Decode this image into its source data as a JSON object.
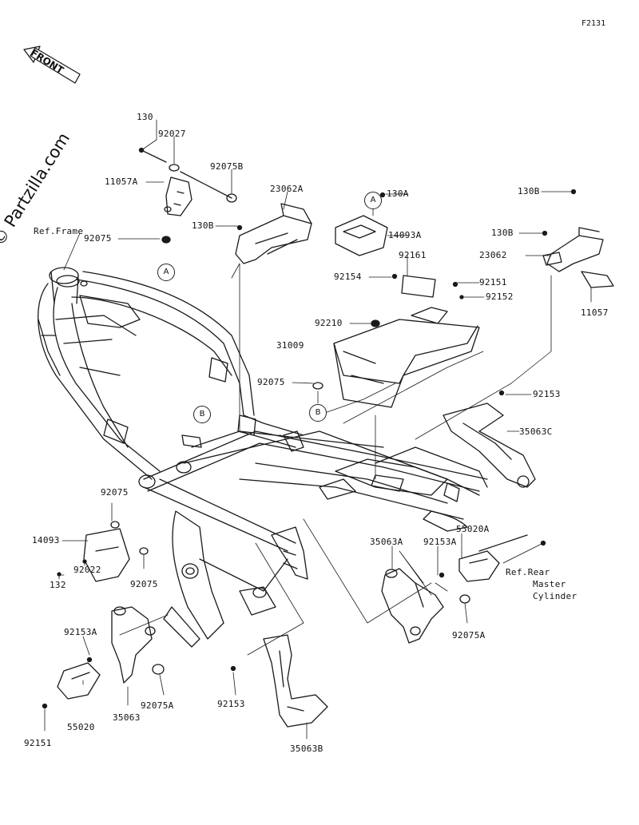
{
  "figure_code": "F2131",
  "watermark": "© Partzilla.com",
  "front_label": "FRONT",
  "callouts": {
    "a": "A",
    "b": "B"
  },
  "labels": {
    "p130": "130",
    "p92027": "92027",
    "p92075B": "92075B",
    "p23062A": "23062A",
    "p11057A": "11057A",
    "p130B_left": "130B",
    "p92075_top": "92075",
    "ref_frame": "Ref.Frame",
    "p130A": "130A",
    "p14093A": "14093A",
    "p92161": "92161",
    "p92154": "92154",
    "p92151_top": "92151",
    "p92152": "92152",
    "p92210": "92210",
    "p31009": "31009",
    "p92075_mid": "92075",
    "p130B_r1": "130B",
    "p130B_r2": "130B",
    "p23062": "23062",
    "p11057": "11057",
    "p92153_top": "92153",
    "p35063C": "35063C",
    "p92075_left": "92075",
    "p14093": "14093",
    "p132": "132",
    "p92022": "92022",
    "p92075_low": "92075",
    "p35063A": "35063A",
    "p92153A_mid": "92153A",
    "p55020A": "55020A",
    "ref_rear_1": "Ref.Rear",
    "ref_rear_2": "Master",
    "ref_rear_3": "Cylinder",
    "p92075A_right": "92075A",
    "p92153A_left": "92153A",
    "p55020": "55020",
    "p35063": "35063",
    "p92075A_left": "92075A",
    "p92151_bottom": "92151",
    "p92153_bottom": "92153",
    "p35063B": "35063B"
  }
}
